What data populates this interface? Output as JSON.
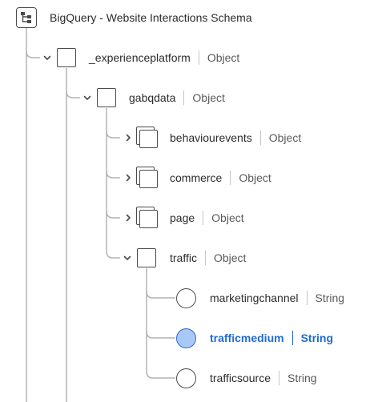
{
  "schema": {
    "title": "BigQuery - Website Interactions Schema"
  },
  "fields": {
    "experienceplatform": {
      "name": "_experienceplatform",
      "type": "Object"
    },
    "gabqdata": {
      "name": "gabqdata",
      "type": "Object"
    },
    "behaviourevents": {
      "name": "behaviourevents",
      "type": "Object"
    },
    "commerce": {
      "name": "commerce",
      "type": "Object"
    },
    "page": {
      "name": "page",
      "type": "Object"
    },
    "traffic": {
      "name": "traffic",
      "type": "Object"
    },
    "marketingchannel": {
      "name": "marketingchannel",
      "type": "String"
    },
    "trafficmedium": {
      "name": "trafficmedium",
      "type": "String"
    },
    "trafficsource": {
      "name": "trafficsource",
      "type": "String"
    }
  },
  "colors": {
    "selected_text": "#1f6bd1",
    "selected_fill": "#a9c8f5",
    "tree_line": "#b3b3b3"
  },
  "icons": {
    "root": "schema-tree-icon",
    "collapse": "chevron-down-icon",
    "expand": "chevron-right-icon",
    "object": "object-box-icon",
    "object_collapsed": "object-stack-icon",
    "field": "field-circle-icon"
  },
  "state": {
    "selected_field": "trafficmedium"
  }
}
